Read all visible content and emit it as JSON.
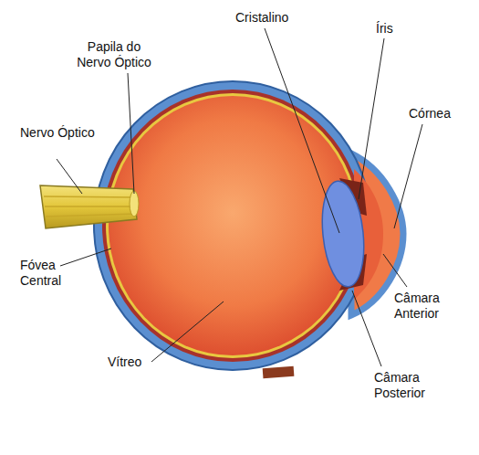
{
  "diagram": {
    "labels": [
      "Cristalino",
      "Íris",
      "Papila do Nervo Óptico",
      "Nervo Óptico",
      "Córnea",
      "Fóvea Central",
      "Câmara Anterior",
      "Vítreo",
      "Câmara Posterior"
    ]
  }
}
